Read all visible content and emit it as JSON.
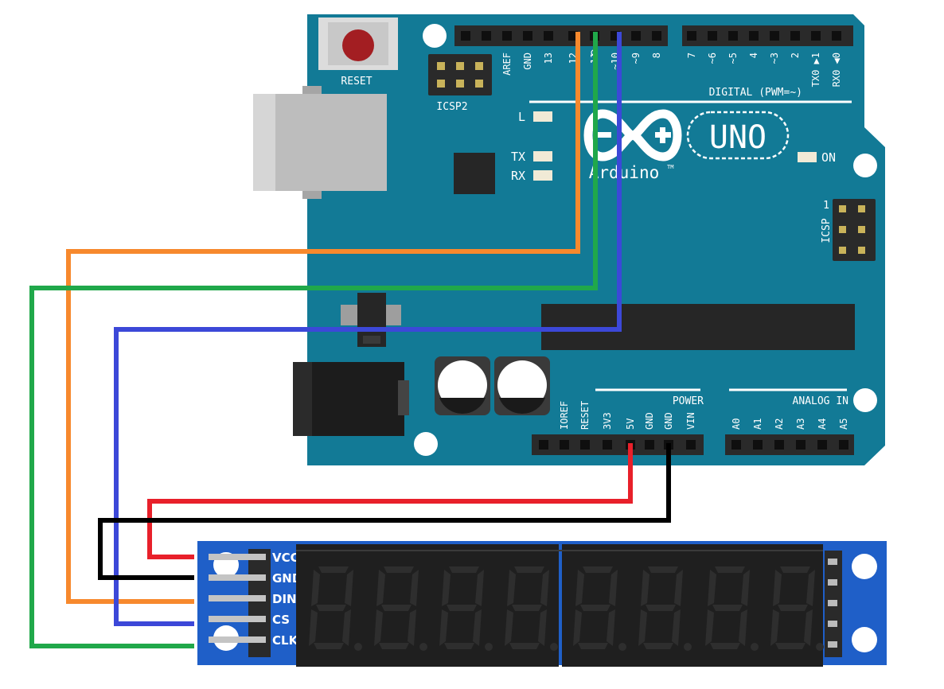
{
  "board": {
    "reset_label": "RESET",
    "icsp2_label": "ICSP2",
    "icsp_label": "ICSP",
    "icsp_pin1": "1",
    "digital_label": "DIGITAL (PWM=~)",
    "digital_pins": [
      "AREF",
      "GND",
      "13",
      "12",
      "~11",
      "~10",
      "~9",
      "8",
      "7",
      "~6",
      "~5",
      "4",
      "~3",
      "2",
      "TX0 ▶1",
      "RX0 ◀0"
    ],
    "led_l": "L",
    "led_tx": "TX",
    "led_rx": "RX",
    "led_on": "ON",
    "logo_text": "Arduino",
    "logo_tm": "TM",
    "model": "UNO",
    "power_label": "POWER",
    "power_pins": [
      "IOREF",
      "RESET",
      "3V3",
      "5V",
      "GND",
      "GND",
      "VIN"
    ],
    "analog_label": "ANALOG IN",
    "analog_pins": [
      "A0",
      "A1",
      "A2",
      "A3",
      "A4",
      "A5"
    ]
  },
  "module": {
    "pins": [
      "VCC",
      "GND",
      "DIN",
      "CS",
      "CLK"
    ],
    "digit_count": 8
  },
  "colors": {
    "board": "#127a96",
    "header": "#2a2a2a",
    "module_pcb": "#1f5fc8",
    "display": "#1f1f1f",
    "segment": "#2e2e2e",
    "wire_orange": "#f7892d",
    "wire_green": "#20a84a",
    "wire_blue": "#3c48d8",
    "wire_red": "#e8202a",
    "wire_black": "#000000"
  }
}
